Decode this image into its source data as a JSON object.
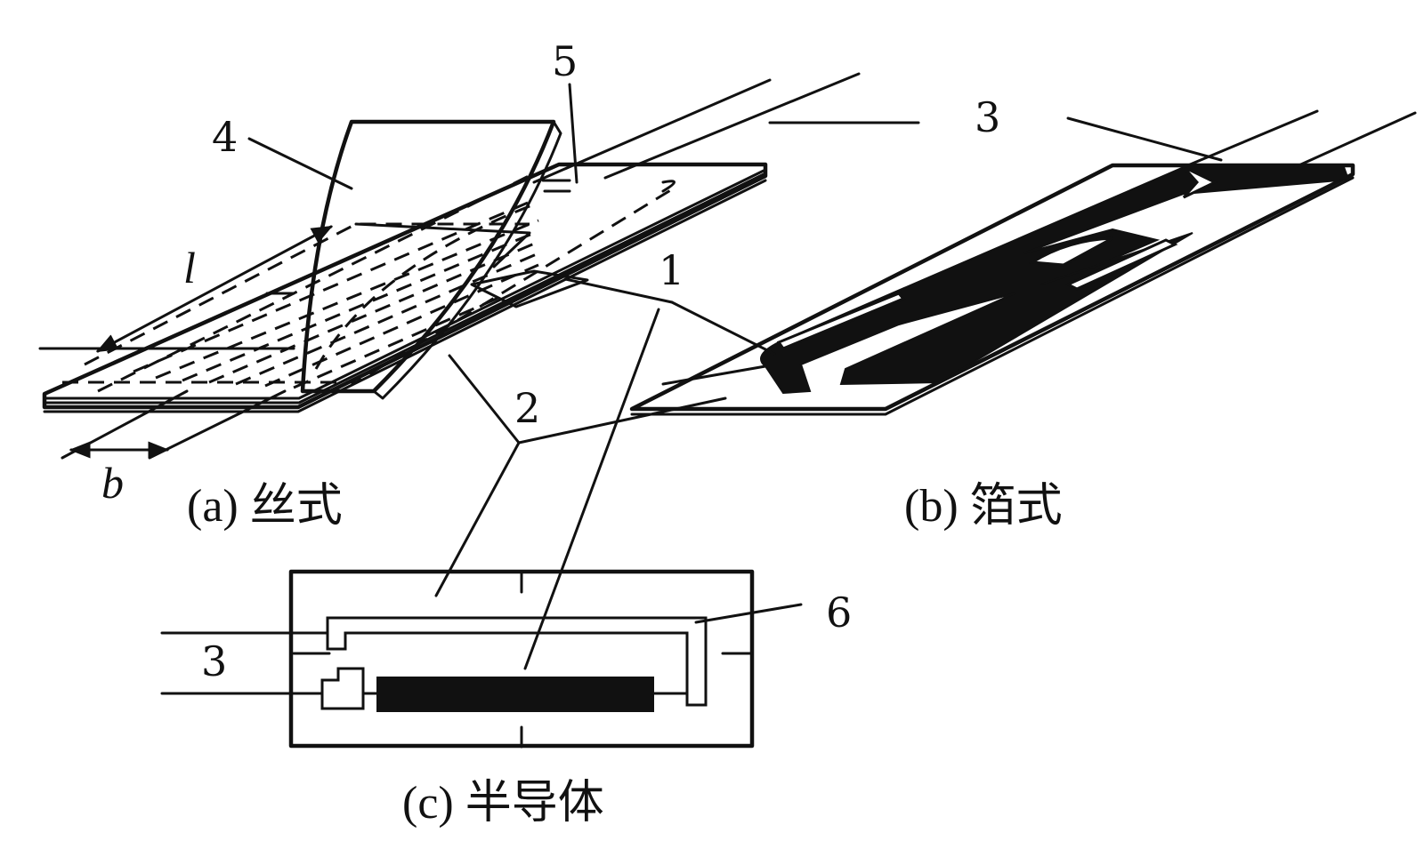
{
  "labels": {
    "n1": "1",
    "n2": "2",
    "n3_top": "3",
    "n3_left": "3",
    "n4": "4",
    "n5": "5",
    "n6": "6",
    "l": "l",
    "b": "b"
  },
  "captions": {
    "a": "(a) 丝式",
    "b": "(b) 箔式",
    "c": "(c) 半导体"
  }
}
